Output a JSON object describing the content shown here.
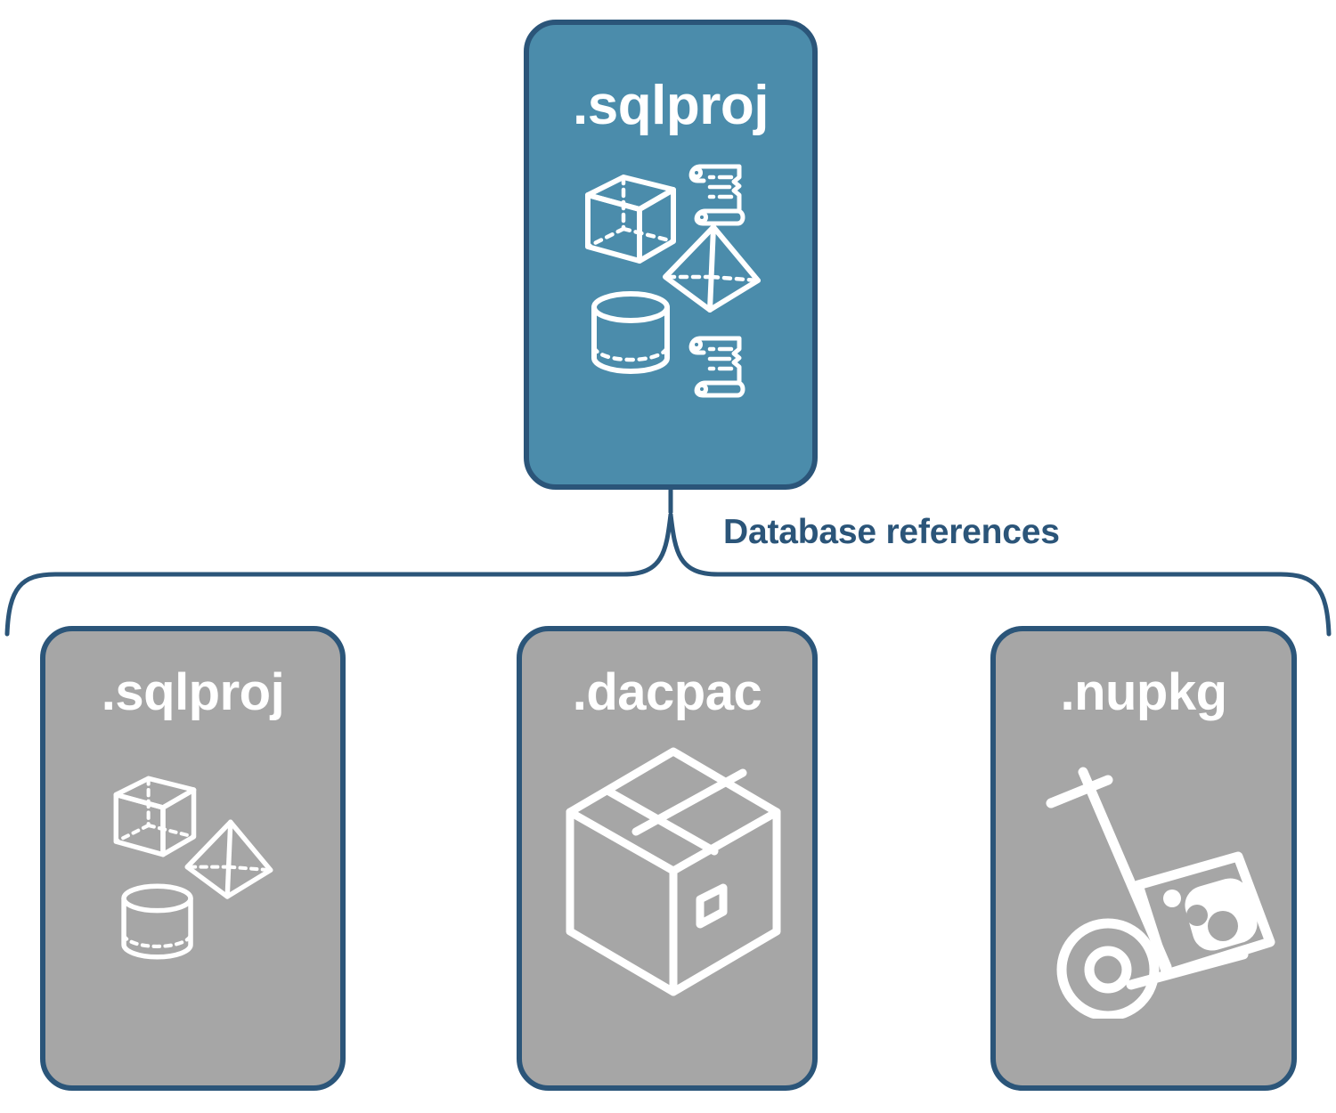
{
  "diagram": {
    "title_root": ".sqlproj",
    "connector_label": "Database references",
    "colors": {
      "root_card_fill": "#4b8cab",
      "reference_card_fill": "#a6a6a6",
      "card_stroke": "#2b5579",
      "label_text": "#2b5579",
      "card_text": "#ffffff",
      "background": "#ffffff"
    },
    "root_node": {
      "label": ".sqlproj",
      "icons": [
        "cube-wireframe-icon",
        "scroll-icon",
        "pyramid-wireframe-icon",
        "cylinder-wireframe-icon",
        "scroll-icon"
      ]
    },
    "reference_nodes": [
      {
        "label": ".sqlproj",
        "icons": [
          "cube-wireframe-icon",
          "pyramid-wireframe-icon",
          "cylinder-wireframe-icon"
        ]
      },
      {
        "label": ".dacpac",
        "icons": [
          "shipping-box-icon"
        ]
      },
      {
        "label": ".nupkg",
        "icons": [
          "hand-truck-package-icon"
        ]
      }
    ]
  }
}
